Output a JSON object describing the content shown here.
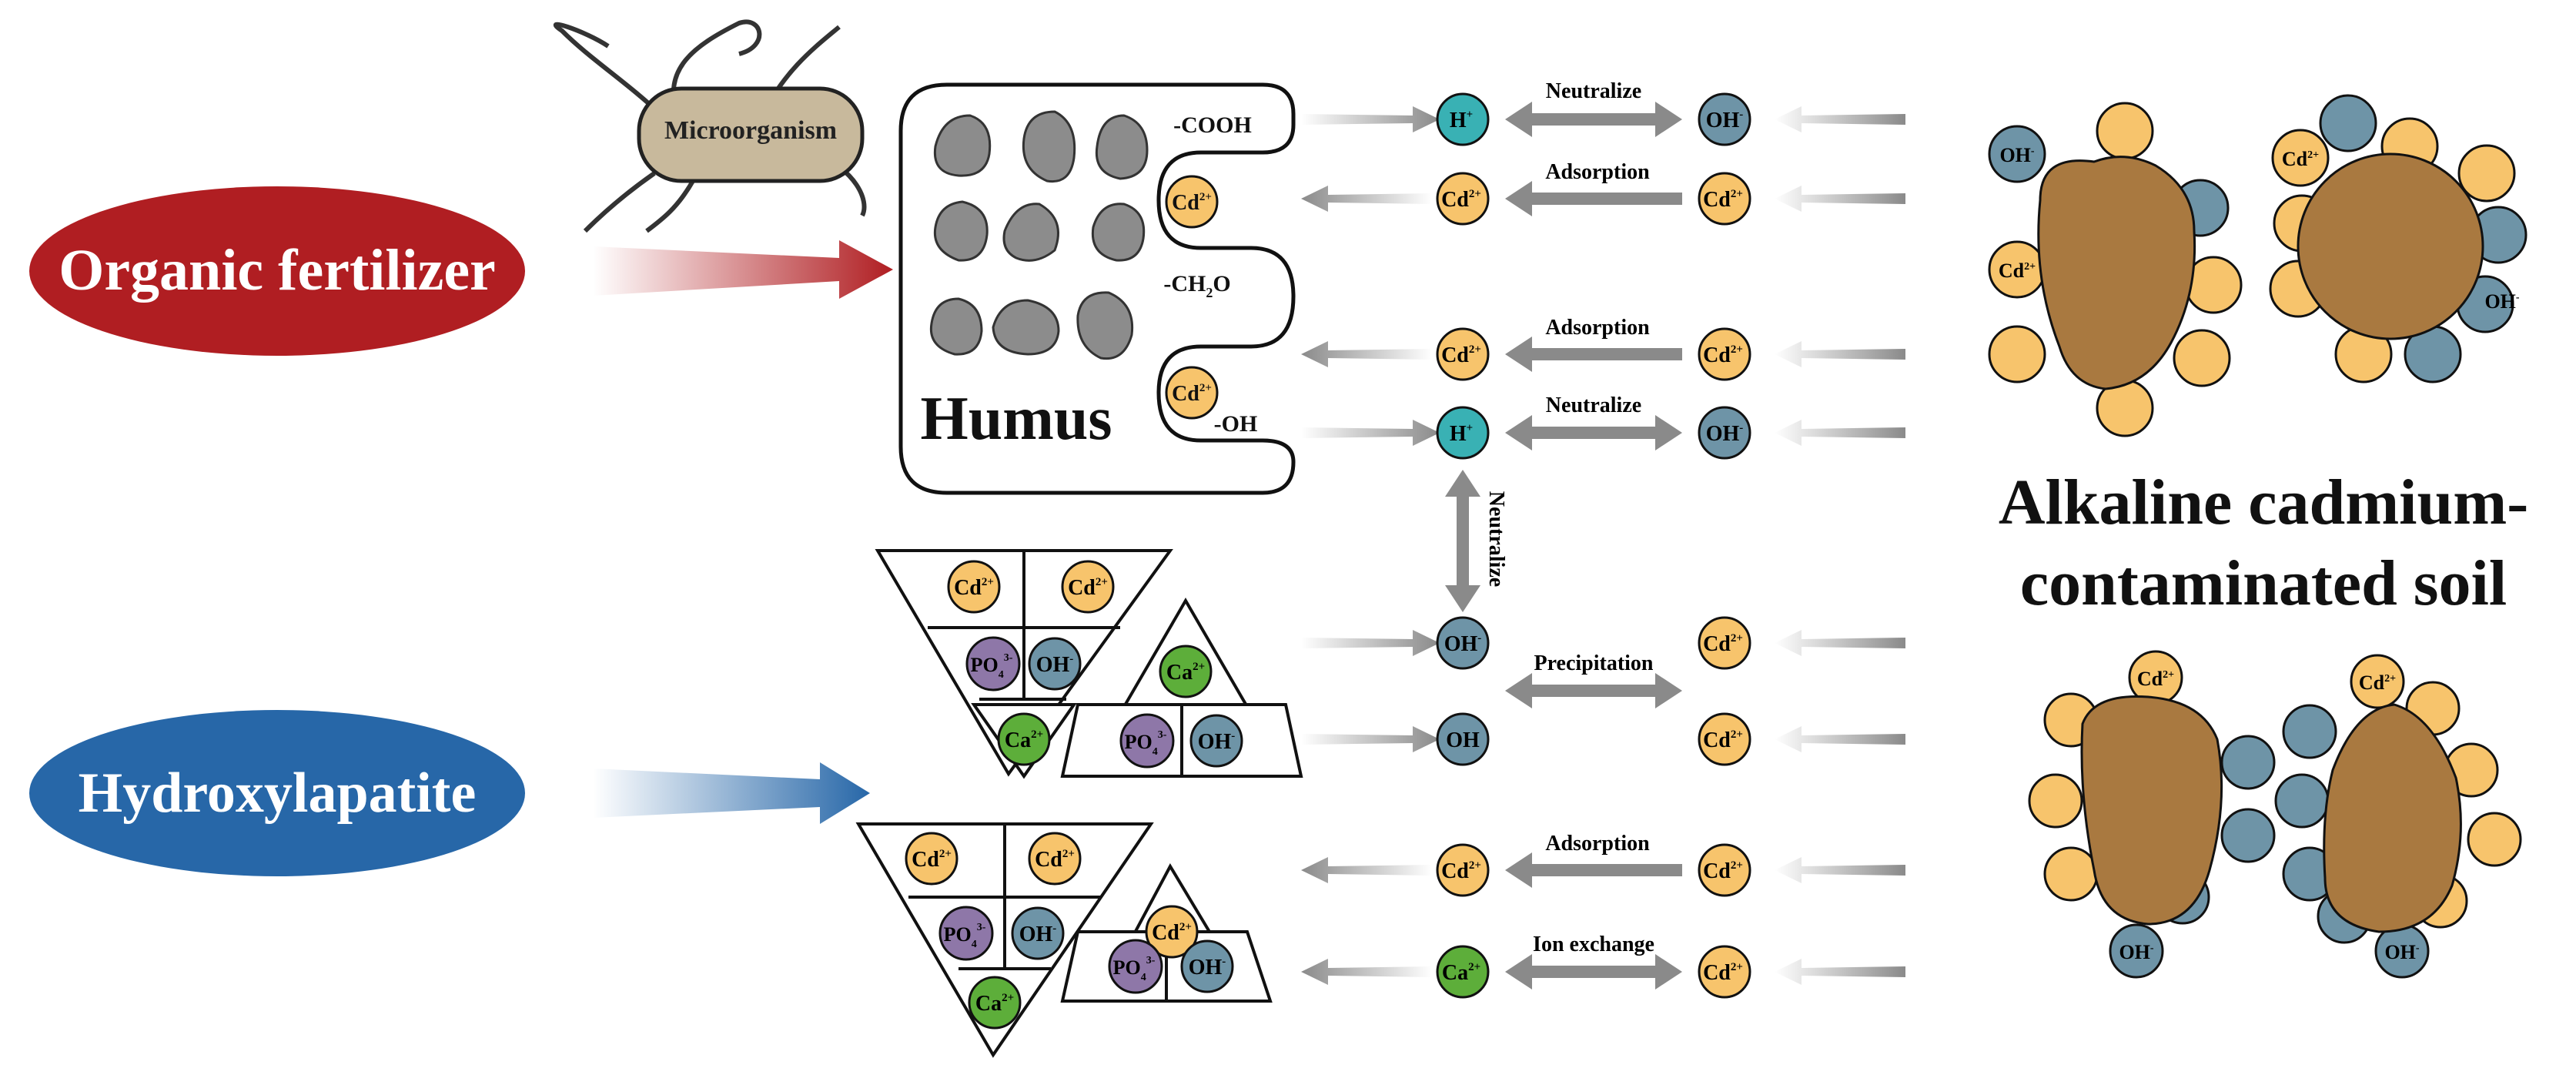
{
  "labels": {
    "organic_fertilizer": "Organic fertilizer",
    "hydroxylapatite": "Hydroxylapatite",
    "microorganism": "Microorganism",
    "humus": "Humus",
    "soil_line1": "Alkaline cadmium-",
    "soil_line2": "contaminated soil"
  },
  "functional_groups": {
    "cooh": "-COOH",
    "ch2o": "-CH",
    "ch2o_sub": "2",
    "ch2o_tail": "O",
    "oh": "-OH"
  },
  "ions": {
    "h": "H",
    "h_sup": "+",
    "cd": "Cd",
    "cd_sup": "2+",
    "oh": "OH",
    "oh_sup": "-",
    "ca": "Ca",
    "ca_sup": "2+",
    "po4": "PO",
    "po4_sub": "4",
    "po4_sup": "3-"
  },
  "reactions": {
    "neutralize": "Neutralize",
    "adsorption": "Adsorption",
    "precipitation": "Precipitation",
    "ion_exchange": "Ion exchange"
  },
  "colors": {
    "organic_red": "#B01E22",
    "hydroxyl_blue": "#2767A8",
    "cd_orange": "#F7C46C",
    "oh_blue": "#6E94A7",
    "h_teal": "#39B1B4",
    "ca_green": "#5DAE3A",
    "po4_purple": "#8E77A8",
    "soil_brown": "#A97940",
    "pebble_gray": "#8C8C8C",
    "microbe_tan": "#C8B99C",
    "arrow_gray": "#8A8A8A"
  }
}
